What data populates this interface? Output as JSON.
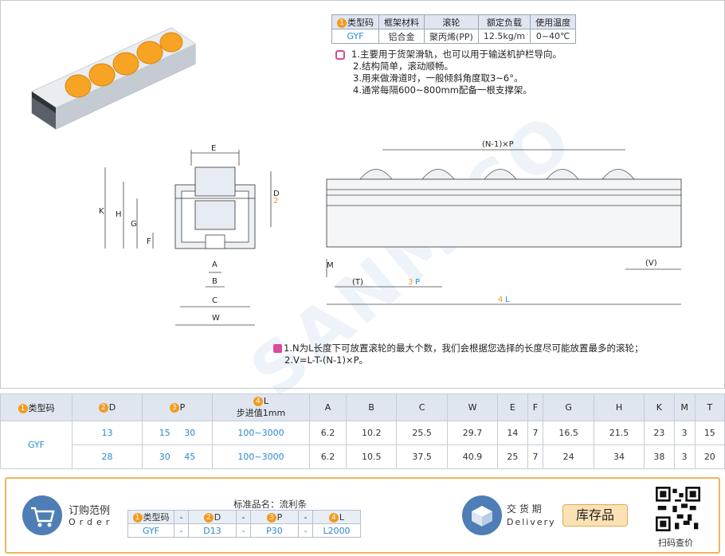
{
  "spec": {
    "headers": [
      "类型码",
      "框架材料",
      "滚轮",
      "额定负载",
      "使用温度"
    ],
    "header_badge": "1",
    "row": [
      "GYF",
      "铝合金",
      "聚丙烯(PP)",
      "12.5kg/m",
      "0~40℃"
    ]
  },
  "notes": [
    "1.主要用于货架滑轨，也可以用于输送机护栏导向。",
    "2.结构简单，滚动顺畅。",
    "3.用来做滑道时，一般倾斜角度取3~6°。",
    "4.通常每隔600~800mm配备一根支撑架。"
  ],
  "drawing": {
    "labels": {
      "E": "E",
      "K": "K",
      "H": "H",
      "G": "G",
      "F": "F",
      "A": "A",
      "B": "B",
      "C": "C",
      "W": "W",
      "D": "D",
      "M": "M",
      "T": "(T)",
      "P": "P",
      "L": "L",
      "V": "(V)",
      "NP": "(N-1)×P"
    },
    "badges": {
      "D": "2",
      "P": "3",
      "L": "4"
    },
    "watermark": "SANMICO"
  },
  "notes2": [
    "1.N为L长度下可放置滚轮的最大个数，我们会根据您选择的长度尽可能放置最多的滚轮；",
    "2.V=L-T-(N-1)×P。"
  ],
  "dims": {
    "headers": [
      "类型码",
      "D",
      "P",
      "L",
      "A",
      "B",
      "C",
      "W",
      "E",
      "F",
      "G",
      "H",
      "K",
      "M",
      "T"
    ],
    "l_sub": "步进值1mm",
    "badges": {
      "type": "1",
      "D": "2",
      "P": "3",
      "L": "4"
    },
    "type": "GYF",
    "rows": [
      {
        "D": "13",
        "P1": "15",
        "P2": "30",
        "L": "100~3000",
        "vals": [
          "6.2",
          "10.2",
          "25.5",
          "29.7",
          "14",
          "7",
          "16.5",
          "21.5",
          "23",
          "3",
          "15"
        ]
      },
      {
        "D": "28",
        "P1": "30",
        "P2": "45",
        "L": "100~3000",
        "vals": [
          "6.2",
          "10.5",
          "37.5",
          "40.9",
          "25",
          "7",
          "24",
          "34",
          "38",
          "3",
          "20"
        ]
      }
    ]
  },
  "order": {
    "label_cn": "订购范例",
    "label_en": "Order",
    "std_name": "标准品名：流利条",
    "header": [
      "类型码",
      "-",
      "D",
      "-",
      "P",
      "-",
      "L"
    ],
    "values": [
      "GYF",
      "-",
      "D13",
      "-",
      "P30",
      "-",
      "L2000"
    ],
    "delivery_cn": "交 货 期",
    "delivery_en": "Delivery",
    "stock": "库存品",
    "qr_label": "扫码查价"
  }
}
